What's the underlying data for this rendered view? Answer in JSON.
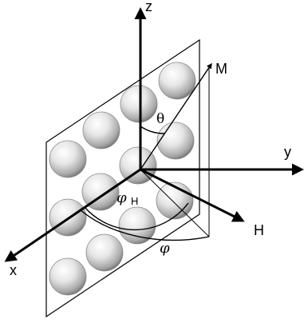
{
  "axes": {
    "x": "x",
    "y": "y",
    "z": "z"
  },
  "vectors": {
    "M": "M",
    "H": "H"
  },
  "angles": {
    "theta": "θ",
    "phi": "φ",
    "phi_h_symbol": "φ",
    "phi_h_sub": "H"
  },
  "colors": {
    "line": "#000000",
    "sphere_light": "#ffffff",
    "sphere_mid": "#d9d9d9",
    "sphere_dark": "#8c8c8c"
  }
}
